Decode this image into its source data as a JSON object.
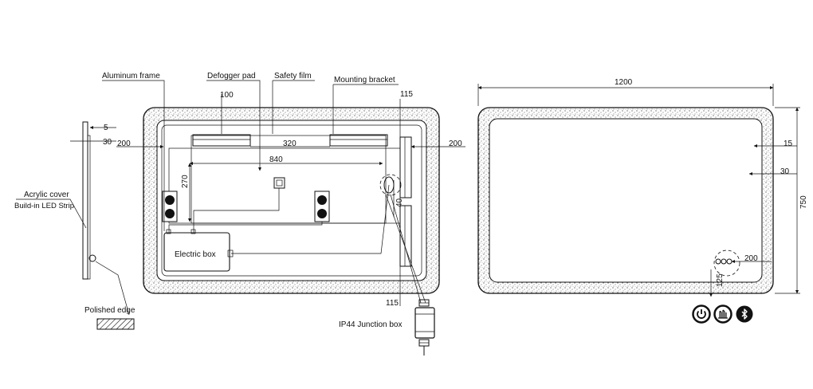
{
  "callouts": {
    "aluminum_frame": "Aluminum frame",
    "defogger_pad": "Defogger pad",
    "safety_film": "Safety film",
    "mounting_bracket": "Mounting bracket",
    "acrylic_cover": "Acrylic cover",
    "led_strip": "Build-in LED Strip",
    "polished_edge": "Polished edge",
    "electric_box": "Electric box",
    "junction_box": "IP44 Junction box"
  },
  "dimensions_back": {
    "d5": "5",
    "d30_side": "30",
    "d200_left": "200",
    "d100": "100",
    "d320": "320",
    "d200_right": "200",
    "d115_top": "115",
    "d840": "840",
    "d270": "270",
    "d40": "40",
    "d115_bottom": "115"
  },
  "dimensions_front": {
    "d1200": "1200",
    "d750": "750",
    "d15": "15",
    "d30": "30",
    "d200": "200",
    "d125": "125"
  },
  "icons": [
    "power-button-icon",
    "defogger-icon",
    "bluetooth-icon"
  ]
}
